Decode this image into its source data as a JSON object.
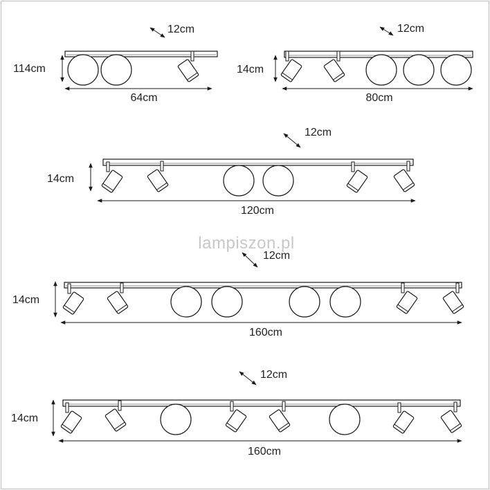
{
  "watermark": "lampiszon.pl",
  "colors": {
    "line": "#1a1a1a",
    "text": "#222222",
    "watermark": "#c8c8c8",
    "frame": "#bdbdbd"
  },
  "fixtures": [
    {
      "depth_label": "12cm",
      "height_label": "114cm",
      "width_label": "64cm",
      "lamps": [
        "globe",
        "globe",
        "spot-right"
      ]
    },
    {
      "depth_label": "12cm",
      "height_label": "14cm",
      "width_label": "80cm",
      "lamps": [
        "spot-left",
        "spot-right",
        "globe",
        "globe",
        "globe"
      ]
    },
    {
      "depth_label": "12cm",
      "height_label": "14cm",
      "width_label": "120cm",
      "lamps": [
        "spot-left",
        "spot-right",
        "globe",
        "globe",
        "spot-left",
        "spot-right"
      ]
    },
    {
      "depth_label": "12cm",
      "height_label": "14cm",
      "width_label": "160cm",
      "lamps": [
        "spot-left",
        "spot-right",
        "globe",
        "globe",
        "globe",
        "globe",
        "spot-left",
        "spot-right"
      ]
    },
    {
      "depth_label": "12cm",
      "height_label": "14cm",
      "width_label": "160cm",
      "lamps": [
        "spot-left",
        "spot-right",
        "globe",
        "spot-left",
        "spot-right",
        "globe",
        "spot-left",
        "spot-right"
      ]
    }
  ]
}
